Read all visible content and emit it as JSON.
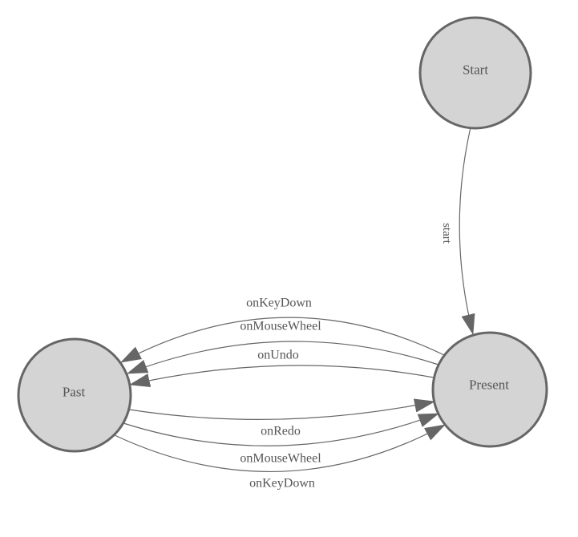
{
  "diagram": {
    "type": "state-machine",
    "nodes": [
      {
        "id": "start",
        "label": "Start"
      },
      {
        "id": "present",
        "label": "Present"
      },
      {
        "id": "past",
        "label": "Past"
      }
    ],
    "edges": [
      {
        "from": "start",
        "to": "present",
        "label": "start"
      },
      {
        "from": "present",
        "to": "past",
        "label": "onKeyDown"
      },
      {
        "from": "present",
        "to": "past",
        "label": "onMouseWheel"
      },
      {
        "from": "present",
        "to": "past",
        "label": "onUndo"
      },
      {
        "from": "past",
        "to": "present",
        "label": "onRedo"
      },
      {
        "from": "past",
        "to": "present",
        "label": "onMouseWheel"
      },
      {
        "from": "past",
        "to": "present",
        "label": "onKeyDown"
      }
    ],
    "colors": {
      "background": "#ffffff",
      "node_fill": "#d4d4d4",
      "node_stroke": "#666666",
      "edge_stroke": "#666666",
      "arrow_fill": "#666666",
      "text": "#555555"
    }
  }
}
